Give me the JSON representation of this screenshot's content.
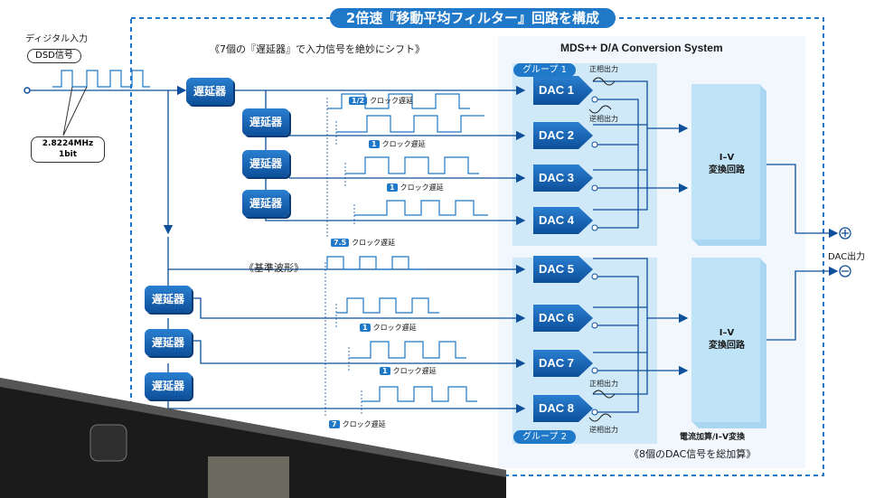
{
  "title": "2倍速『移動平均フィルター』回路を構成",
  "input": {
    "label": "ディジタル入力",
    "format": "DSD信号",
    "rate": "2.8224MHz",
    "bits": "1bit"
  },
  "shift_note": "《7個の『遅延器』で入力信号を絶妙にシフト》",
  "system_title": "MDS++ D/A Conversion System",
  "delay_label": "遅延器",
  "groups": [
    "グループ 1",
    "グループ 2"
  ],
  "dacs": [
    "DAC 1",
    "DAC 2",
    "DAC 3",
    "DAC 4",
    "DAC 5",
    "DAC 6",
    "DAC 7",
    "DAC 8"
  ],
  "clock_tags": [
    {
      "n": "1/2",
      "text": "クロック遅延"
    },
    {
      "n": "1",
      "text": "クロック遅延"
    },
    {
      "n": "1",
      "text": "クロック遅延"
    },
    {
      "n": "7.5",
      "text": "クロック遅延"
    },
    {
      "n": "1",
      "text": "クロック遅延"
    },
    {
      "n": "1",
      "text": "クロック遅延"
    },
    {
      "n": "7",
      "text": "クロック遅延"
    }
  ],
  "reference": "《基準波形》",
  "positive_out": "正相出力",
  "negative_out": "逆相出力",
  "iv": {
    "line1": "I–V",
    "line2": "変換回路"
  },
  "dac_out": "DAC出力",
  "sum_label": "電流加算/I–V変換",
  "total_note": "《8個のDAC信号を総加算》",
  "colors": {
    "accent": "#1f78c8",
    "panel": "#cfe9f8",
    "dark": "#0d4f9a"
  }
}
